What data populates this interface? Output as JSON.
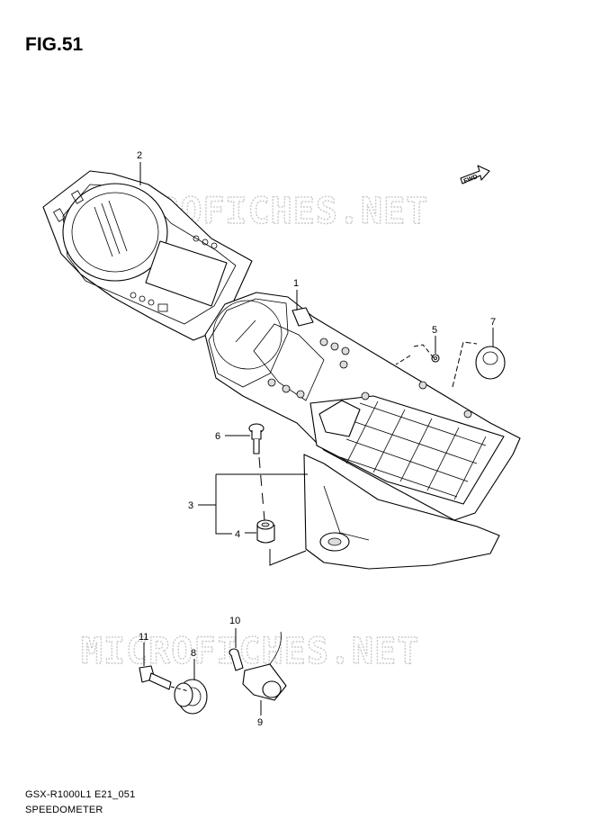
{
  "figure": {
    "title": "FIG.51"
  },
  "footer": {
    "model_code": "GSX-R1000L1 E21_051",
    "section_name": "SPEEDOMETER"
  },
  "watermark": {
    "text": "MICROFICHES.NET"
  },
  "direction_arrow": {
    "label": "FWD"
  },
  "callouts": {
    "c1": "1",
    "c2": "2",
    "c3": "3",
    "c4": "4",
    "c5": "5",
    "c6": "6",
    "c7": "7",
    "c8": "8",
    "c9": "9",
    "c10": "10",
    "c11": "11"
  }
}
